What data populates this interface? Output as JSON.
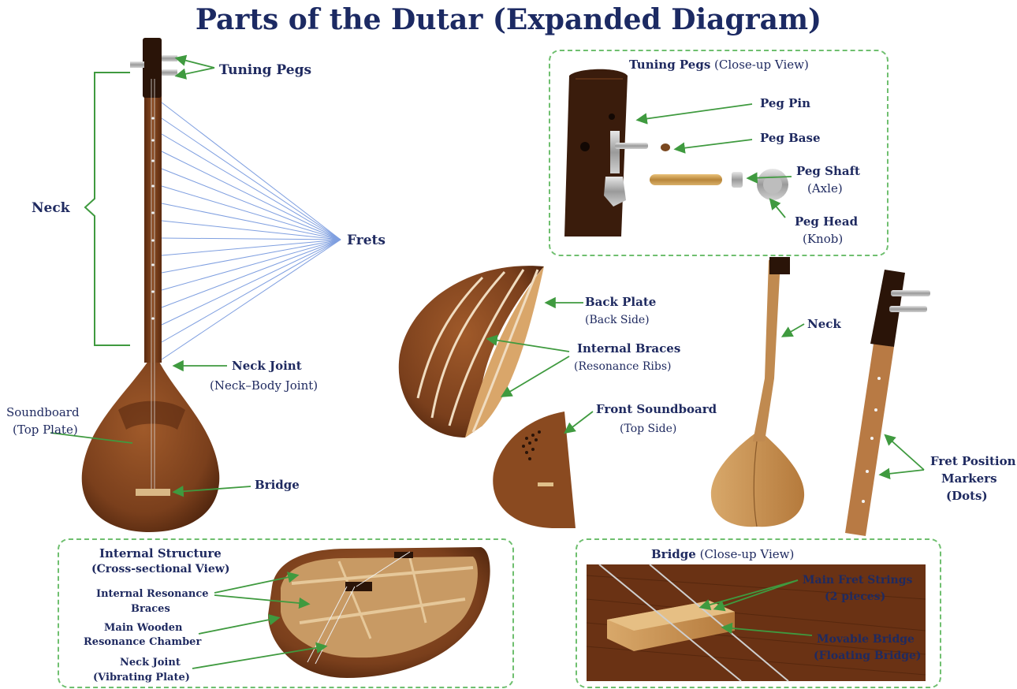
{
  "title": "Parts of the Dutar (Expanded Diagram)",
  "main": {
    "tuning_pegs": "Tuning Pegs",
    "neck": "Neck",
    "frets": "Frets",
    "neck_joint": "Neck Joint",
    "neck_joint_sub": "(Neck–Body Joint)",
    "soundboard": "Soundboard",
    "soundboard_sub": "(Top Plate)",
    "bridge": "Bridge"
  },
  "pegs_closeup": {
    "title": "Tuning Pegs",
    "title_sub": "(Close-up View)",
    "peg_pin": "Peg Pin",
    "peg_base": "Peg Base",
    "peg_shaft": "Peg Shaft",
    "peg_shaft_sub": "(Axle)",
    "peg_head": "Peg Head",
    "peg_head_sub": "(Knob)"
  },
  "exploded": {
    "back_plate": "Back Plate",
    "back_plate_sub": "(Back Side)",
    "internal_braces": "Internal Braces",
    "internal_braces_sub": "(Resonance Ribs)",
    "front_soundboard": "Front Soundboard",
    "front_soundboard_sub": "(Top Side)"
  },
  "side_views": {
    "neck": "Neck",
    "fret_markers_1": "Fret Position",
    "fret_markers_2": "Markers",
    "fret_markers_3": "(Dots)"
  },
  "internal": {
    "title": "Internal Structure",
    "title_sub": "(Cross-sectional View)",
    "braces_1": "Internal Resonance",
    "braces_2": "Braces",
    "chamber_1": "Main Wooden",
    "chamber_2": "Resonance Chamber",
    "joint_1": "Neck Joint",
    "joint_2": "(Vibrating Plate)"
  },
  "bridge_closeup": {
    "title": "Bridge",
    "title_sub": "(Close-up View)",
    "strings_1": "Main Fret Strings",
    "strings_2": "(2 pieces)",
    "movable_1": "Movable Bridge",
    "movable_2": "(Floating Bridge)"
  },
  "colors": {
    "label_text": "#1f2a60",
    "pointer_green": "#3f9a3f",
    "fret_lines": "#7f9fe0",
    "box_border": "#6fbf6f",
    "wood": "#7a3f1c"
  }
}
